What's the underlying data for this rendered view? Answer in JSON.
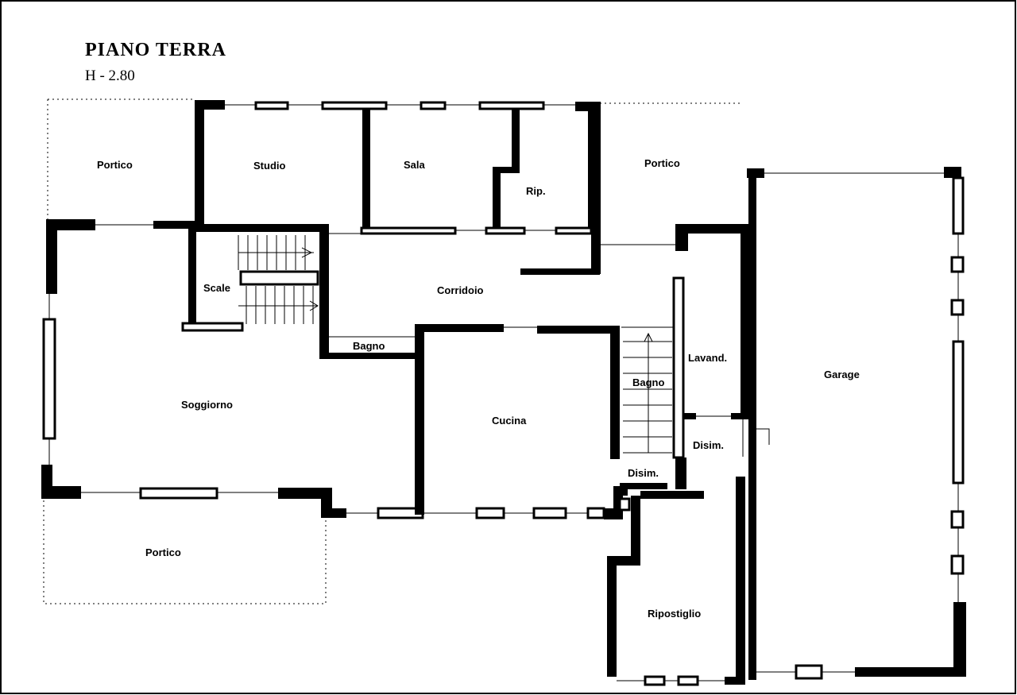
{
  "plan": {
    "title": "PIANO TERRA",
    "height_note": "H - 2.80",
    "rooms": {
      "portico_left": "Portico",
      "studio": "Studio",
      "sala": "Sala",
      "rip": "Rip.",
      "portico_right": "Portico",
      "scale": "Scale",
      "corridoio": "Corridoio",
      "bagno_left": "Bagno",
      "soggiorno": "Soggiorno",
      "cucina": "Cucina",
      "bagno_right": "Bagno",
      "lavand": "Lavand.",
      "disim_right": "Disim.",
      "disim_center": "Disim.",
      "garage": "Garage",
      "portico_bottom": "Portico",
      "ripostiglio": "Ripostiglio"
    }
  }
}
